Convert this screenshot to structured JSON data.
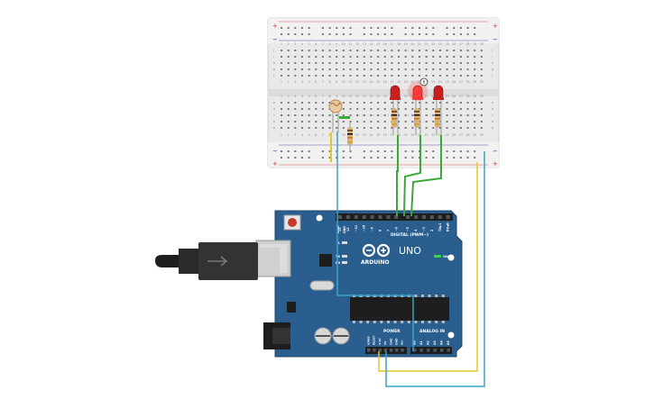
{
  "arduino": {
    "brand": "ARDUINO",
    "model": "UNO",
    "on_label": "ON",
    "tx_label": "TX",
    "rx_label": "RX",
    "l_label": "L",
    "digital_label": "DIGITAL (PWM~)",
    "aref_label": "AREF",
    "gnd_label": "GND",
    "power_label": "POWER",
    "analog_label": "ANALOG IN",
    "digital_pins": [
      "13",
      "12",
      "~11",
      "~10",
      "~9",
      "8",
      "7",
      "~6",
      "~5",
      "4",
      "~3",
      "2",
      "TX▶1",
      "RX◀0"
    ],
    "power_pins": [
      "IOREF",
      "RESET",
      "3.3V",
      "5V",
      "GND",
      "GND",
      "Vin"
    ],
    "analog_pins": [
      "A0",
      "A1",
      "A2",
      "A3",
      "A4",
      "A5"
    ]
  },
  "breadboard": {
    "plus_label": "+",
    "minus_label": "−",
    "col_numbers": [
      "1",
      "2",
      "3",
      "4",
      "5",
      "6",
      "7",
      "8",
      "9",
      "10",
      "11",
      "12",
      "13",
      "14",
      "15",
      "16",
      "17",
      "18",
      "19",
      "20",
      "21",
      "22",
      "23",
      "24",
      "25",
      "26",
      "27",
      "28",
      "29",
      "30"
    ],
    "row_letters_top": [
      "j",
      "i",
      "h",
      "g",
      "f"
    ],
    "row_letters_bottom": [
      "e",
      "d",
      "c",
      "b",
      "a"
    ]
  },
  "colors": {
    "board": "#2a5e8e",
    "breadboard": "#e8e8e8",
    "wire_green": "#3aa93a",
    "wire_yellow": "#e3c72a",
    "wire_blue": "#3aa3c6",
    "led_red": "#c81f1f",
    "led_on": "#ff3a3a"
  },
  "icons": [
    "usb-cable-icon",
    "photoresistor-icon",
    "led-icon",
    "resistor-icon",
    "reset-button-icon",
    "power-jack-icon"
  ]
}
